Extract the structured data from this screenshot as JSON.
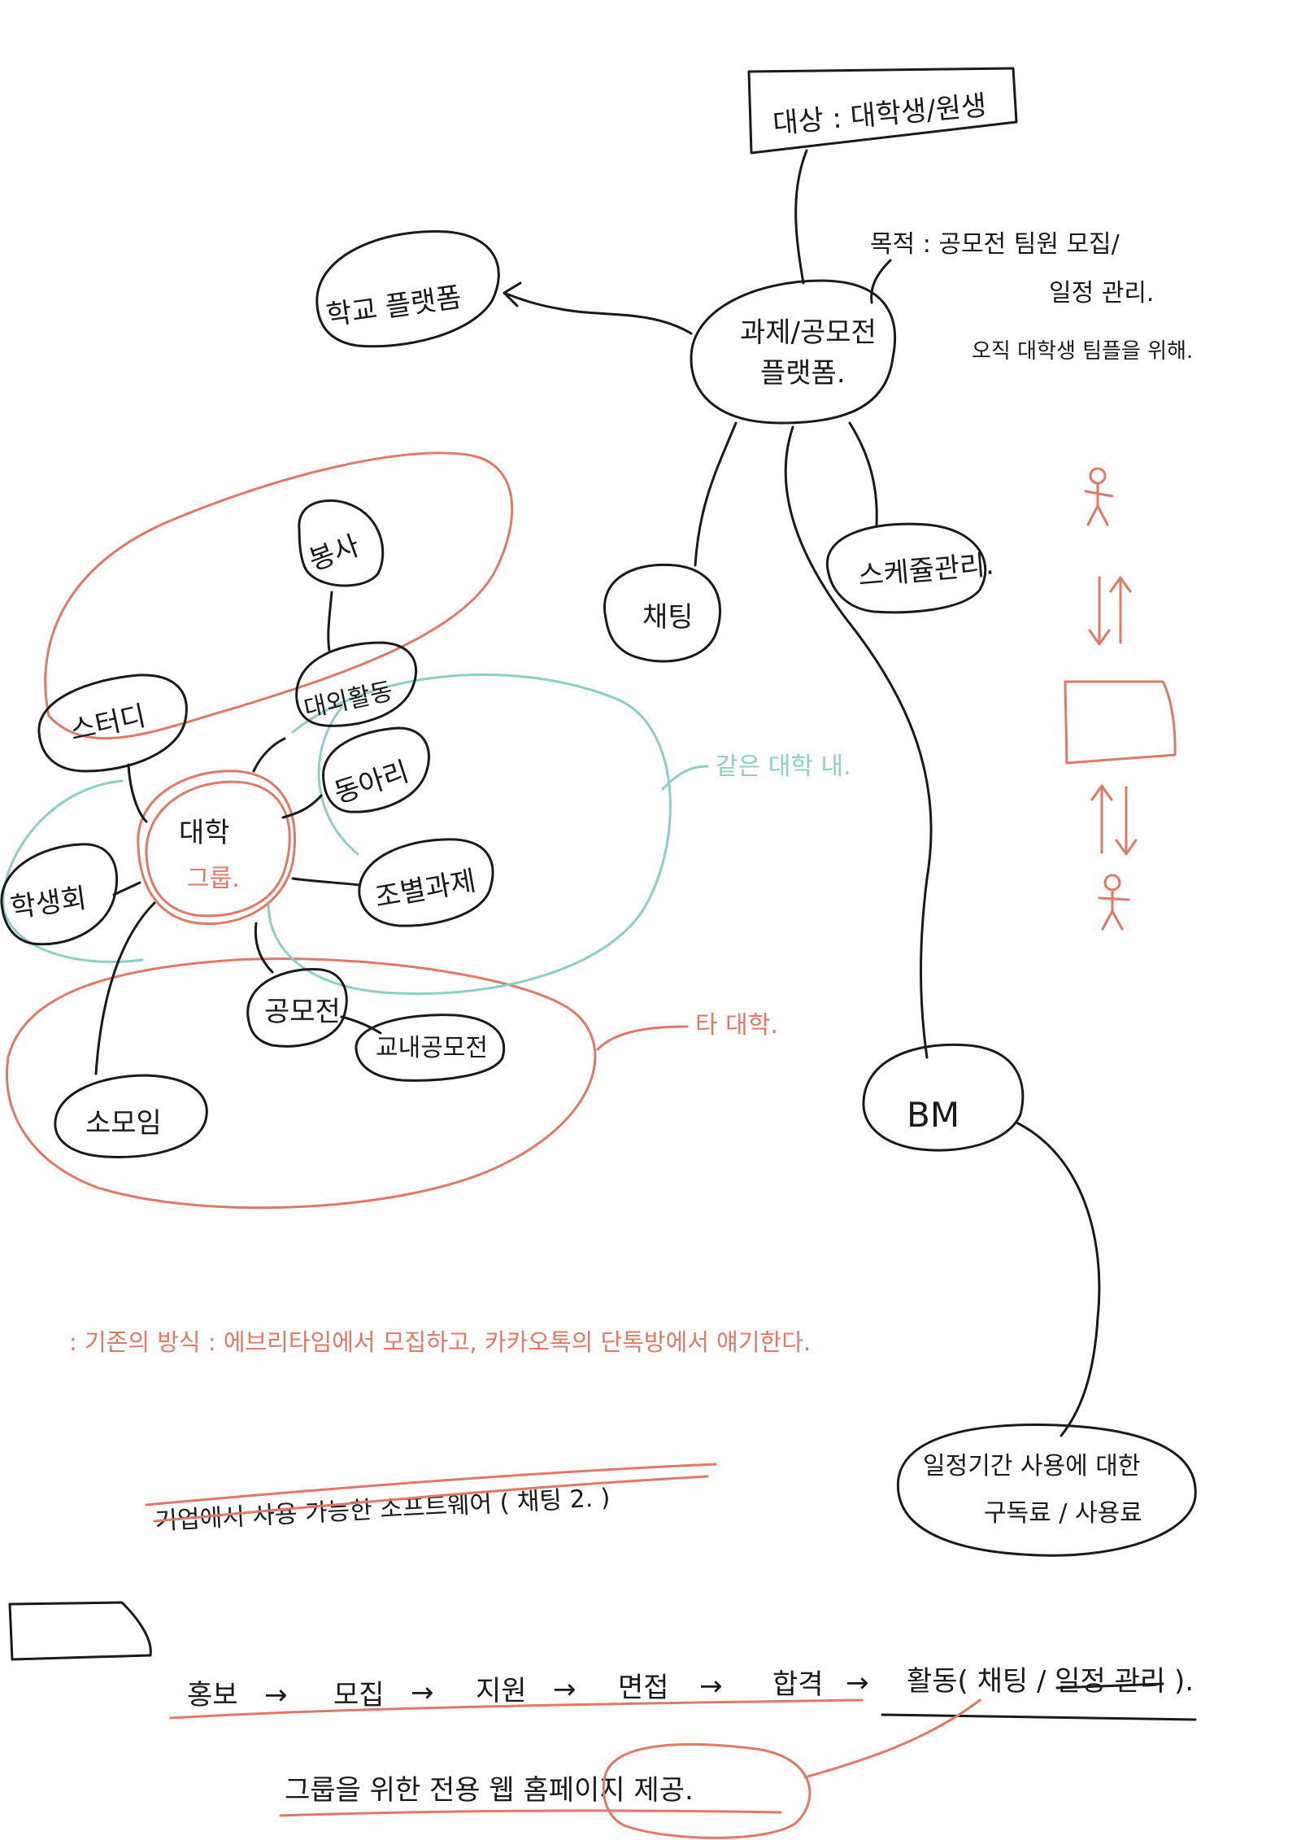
{
  "colors": {
    "ink": "#1a1a1a",
    "red": "#e07a66",
    "teal": "#8ccfc4",
    "paper": "#ffffff"
  },
  "target": "대상 : 대학생/원생",
  "purpose": {
    "line1": "목적 : 공모전 팀원 모집/",
    "line2": "일정 관리.",
    "line3": "오직 대학생 팀플을 위해."
  },
  "nodes": {
    "central": {
      "line1": "과제/공모전",
      "line2": "플랫폼."
    },
    "school_platform": "학교 플랫폼",
    "chat": "채팅",
    "schedule": "스케쥴관리.",
    "bm": "BM",
    "subscription": {
      "line1": "일정기간 사용에 대한",
      "line2": "구독료 / 사용료"
    }
  },
  "univ_group": {
    "hub": {
      "line1": "대학",
      "line2": "그룹."
    },
    "volunteer": "봉사",
    "study": "스터디",
    "external": "대외활동",
    "club": "동아리",
    "team_project": "조별과제",
    "student_council": "학생회",
    "contest": "공모전",
    "campus_contest": "교내공모전",
    "small_group": "소모임"
  },
  "annotations": {
    "same_univ": "같은 대학 내.",
    "other_univ": "타 대학.",
    "existing_way": ": 기존의 방식 : 에브리타임에서 모집하고, 카카오톡의 단톡방에서 얘기한다.",
    "crossed_out": "기업에서 사용 가능한 소프트웨어 ( 채팅 2. )"
  },
  "flow": {
    "steps": [
      "홍보",
      "모집",
      "지원",
      "면접",
      "합격",
      "활동( 채팅 / 일정 관리 )."
    ],
    "arrow": "→",
    "note": "그룹을 위한 전용 웹 홈페이지 제공."
  }
}
